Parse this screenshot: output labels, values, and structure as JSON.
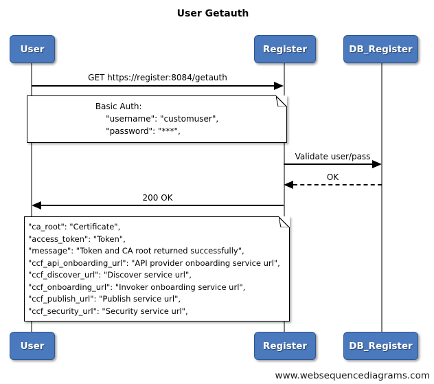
{
  "title": "User Getauth",
  "watermark": "www.websequencediagrams.com",
  "actors": [
    {
      "label": "User"
    },
    {
      "label": "Register"
    },
    {
      "label": "DB_Register"
    }
  ],
  "messages": [
    {
      "label": "GET https://register:8084/getauth",
      "from": "User",
      "to": "Register",
      "line": "solid"
    },
    {
      "label": "Validate user/pass",
      "from": "Register",
      "to": "DB_Register",
      "line": "solid"
    },
    {
      "label": "OK",
      "from": "DB_Register",
      "to": "Register",
      "line": "dashed"
    },
    {
      "label": "200 OK",
      "from": "Register",
      "to": "User",
      "line": "solid"
    }
  ],
  "notes": [
    {
      "lines": [
        "Basic Auth:",
        "    \"username\": \"customuser\",",
        "    \"password\": \"***\","
      ]
    },
    {
      "lines": [
        "\"ca_root\": \"Certificate\",",
        "\"access_token\": \"Token\",",
        "\"message\": \"Token and CA root returned successfully\",",
        "\"ccf_api_onboarding_url\": \"API provider onboarding service url\",",
        "\"ccf_discover_url\": \"Discover service url\",",
        "\"ccf_onboarding_url\": \"Invoker onboarding service url\",",
        "\"ccf_publish_url\": \"Publish service url\",",
        "\"ccf_security_url\": \"Security service url\","
      ]
    }
  ],
  "colors": {
    "actor_fill": "#4a79bd",
    "actor_border": "#2f5693",
    "lifeline": "#7d7d7d",
    "arrow": "#000000",
    "note_bg": "#ffffff"
  }
}
